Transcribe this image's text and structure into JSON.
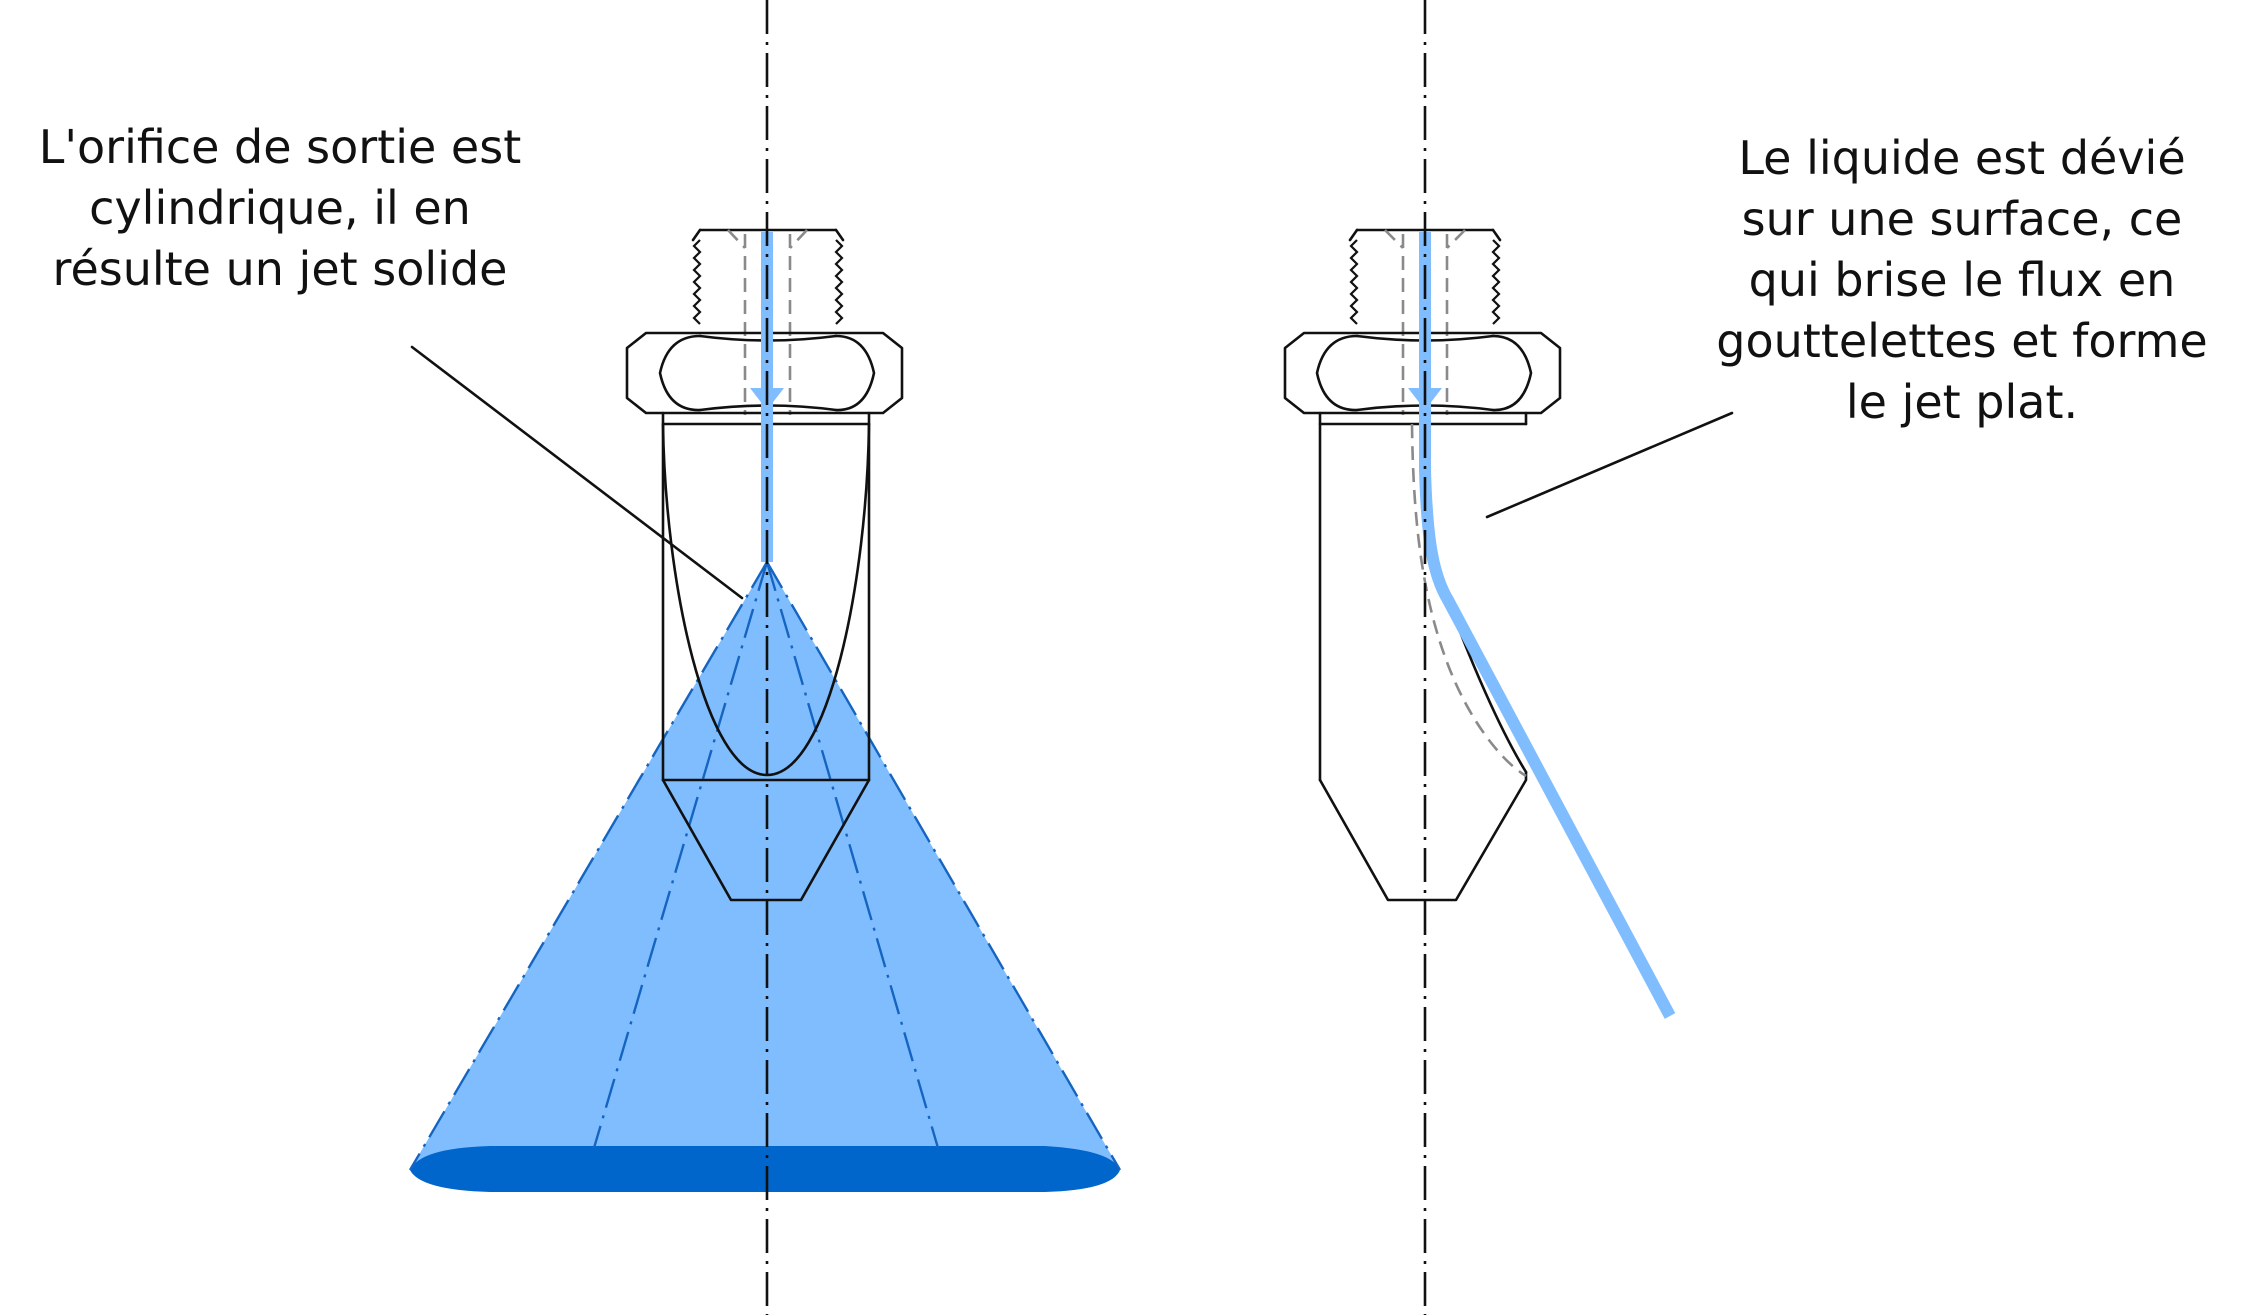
{
  "left_caption": {
    "line1": "L'orifice de sortie est",
    "line2": "cylindrique, il en",
    "line3": "résulte un jet solide"
  },
  "right_caption": {
    "line1": "Le liquide est dévié",
    "line2": "sur une surface, ce",
    "line3": "qui brise le flux en",
    "line4": "gouttelettes et forme",
    "line5": "le jet plat."
  },
  "colors": {
    "spray_fill": "#80bdff",
    "spray_base": "#0066cc",
    "jet": "#80bdff",
    "outline": "#111111",
    "hidden_line": "#8a8a8a"
  }
}
